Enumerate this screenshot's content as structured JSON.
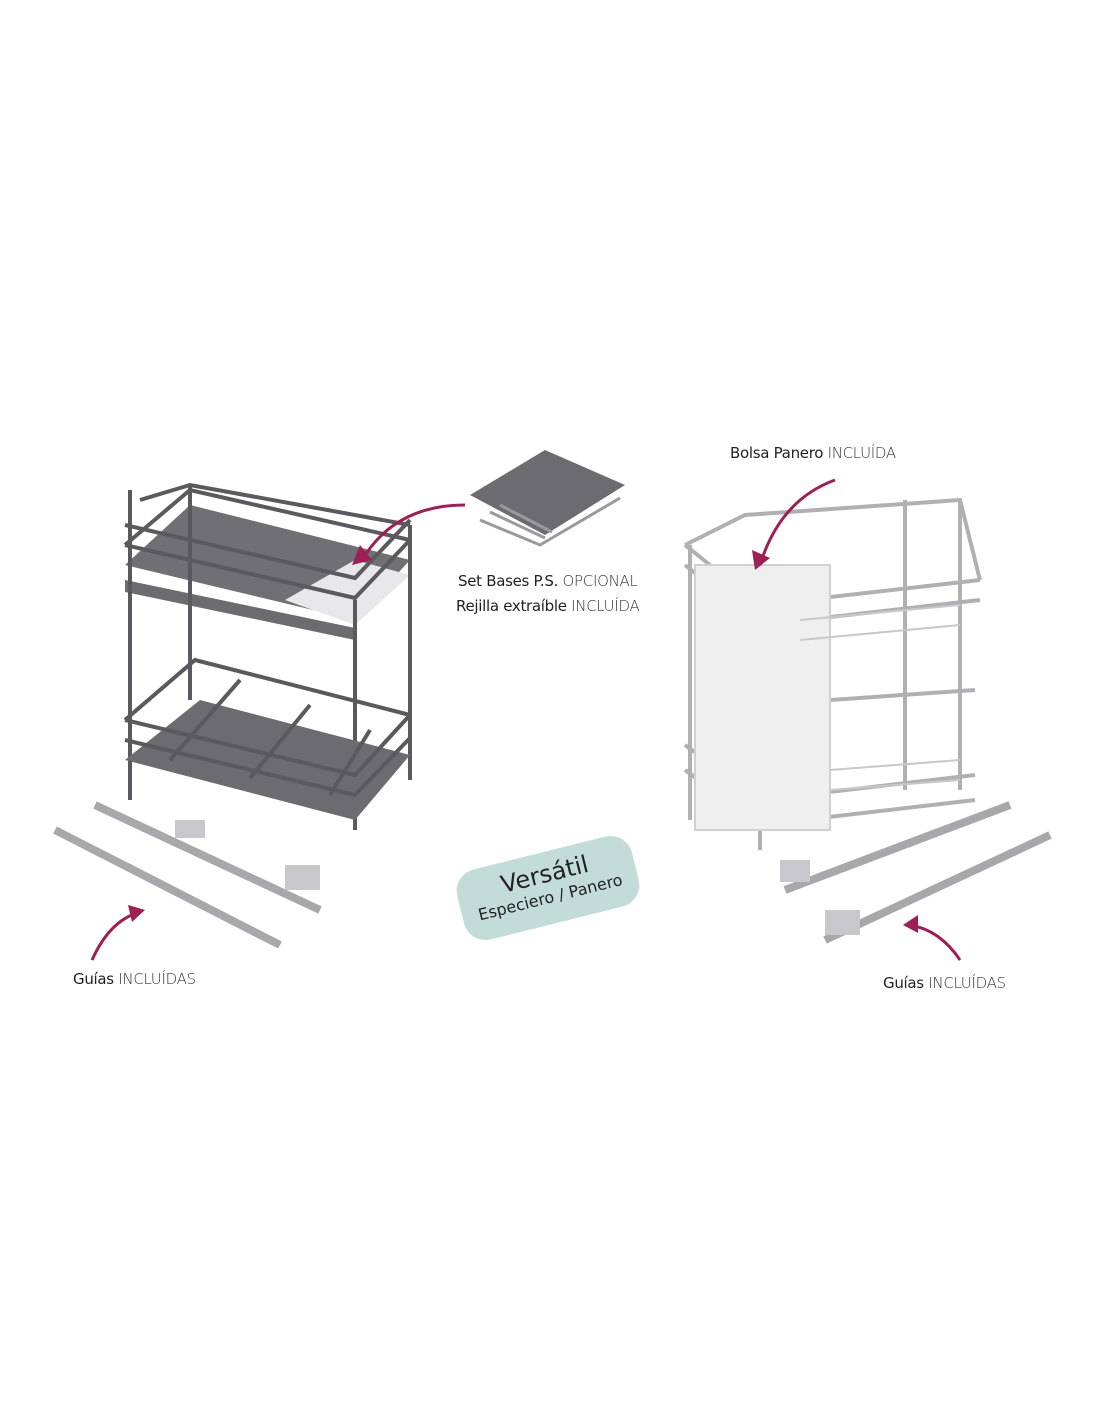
{
  "labels": {
    "bases": {
      "bold": "Set Bases P.S.",
      "thin": "OPCIONAL"
    },
    "rejilla": {
      "bold": "Rejilla extraíble",
      "thin": "INCLUÍDA"
    },
    "bolsa": {
      "bold": "Bolsa Panero",
      "thin": "INCLUÍDA"
    },
    "guias_left": {
      "bold": "Guías",
      "thin": "INCLUÍDAS"
    },
    "guias_right": {
      "bold": "Guías",
      "thin": "INCLUÍDAS"
    }
  },
  "badge": {
    "title": "Versátil",
    "subtitle": "Especiero / Panero"
  },
  "colors": {
    "accent_arrow": "#9c1f55",
    "badge_bg": "#c3dcd8",
    "wire_dark": "#5a5a5e",
    "tray": "#6c6c70",
    "chrome": "#b8b8bc"
  }
}
